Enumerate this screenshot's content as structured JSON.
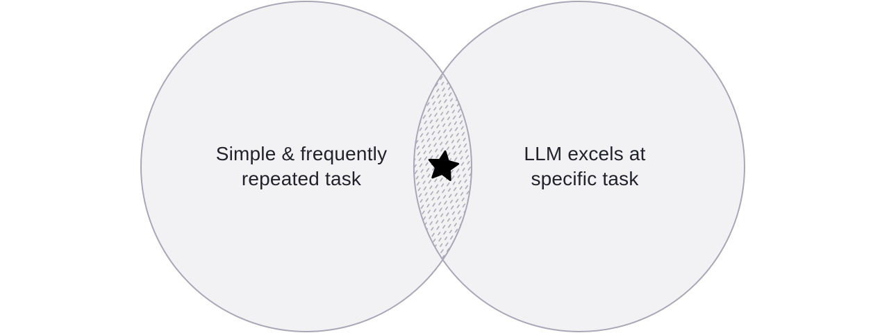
{
  "diagram": {
    "type": "venn",
    "circles": [
      {
        "id": "left",
        "label_lines": [
          "Simple & frequently",
          "repeated task"
        ]
      },
      {
        "id": "right",
        "label_lines": [
          "LLM excels at",
          "specific task"
        ]
      }
    ],
    "intersection": {
      "marker_icon": "star-icon",
      "fill_pattern": "diagonal-dashes"
    },
    "colors": {
      "circle_fill": "#f2f2f5",
      "circle_stroke": "#a9a6b6",
      "hatch": "#a5a3b0",
      "star": "#000000",
      "text": "#22222a"
    }
  }
}
